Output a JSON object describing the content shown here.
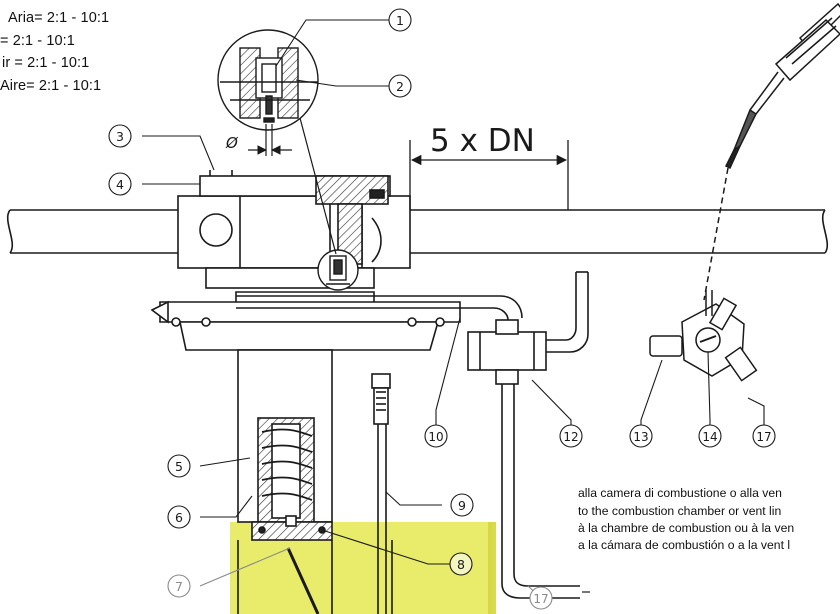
{
  "ratio_labels": [
    "Aria= 2:1 - 10:1",
    "= 2:1 - 10:1",
    "ir = 2:1 - 10:1",
    "Aire= 2:1 - 10:1"
  ],
  "dimension_label": "5 x DN",
  "diameter_symbol": "Ø",
  "callouts": [
    "1",
    "2",
    "3",
    "4",
    "5",
    "6",
    "7",
    "8",
    "9",
    "10",
    "12",
    "13",
    "14",
    "17",
    "17"
  ],
  "note_lines": [
    "alla camera di combustione o alla ven",
    "to the combustion chamber or vent lin",
    "à la chambre de combustion ou à la ven",
    "a la cámara de combustión o a la vent l"
  ],
  "colors": {
    "line": "#1a1a1a",
    "highlight": "#e8ec6a",
    "callout_faded": "#8a8a8a"
  }
}
